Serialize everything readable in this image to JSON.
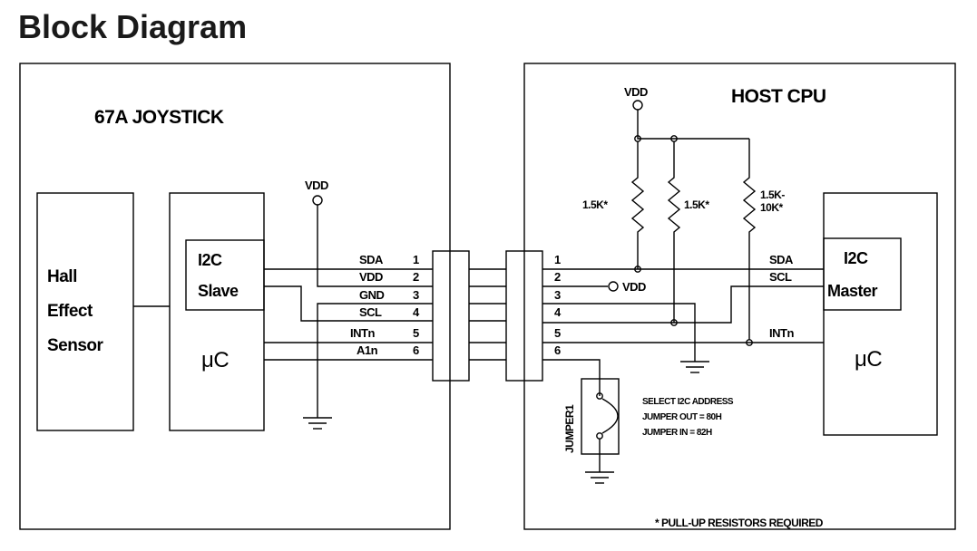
{
  "title": "Block Diagram",
  "left": {
    "name": "67A JOYSTICK",
    "hall_lines": [
      "Hall",
      "Effect",
      "Sensor"
    ],
    "i2c_slave": [
      "I2C",
      "Slave"
    ],
    "uc": "μC",
    "vdd": "VDD"
  },
  "signals": [
    {
      "name": "SDA",
      "pin": "1"
    },
    {
      "name": "VDD",
      "pin": "2"
    },
    {
      "name": "GND",
      "pin": "3"
    },
    {
      "name": "SCL",
      "pin": "4"
    },
    {
      "name": "INTn",
      "pin": "5"
    },
    {
      "name": "A1n",
      "pin": "6"
    }
  ],
  "right": {
    "name": "HOST CPU",
    "vdd_top": "VDD",
    "resistors": [
      "1.5K*",
      "1.5K*",
      "1.5K-\n10K*"
    ],
    "r3_lines": [
      "1.5K-",
      "10K*"
    ],
    "pin_vdd": "VDD",
    "sda": "SDA",
    "scl": "SCL",
    "intn": "INTn",
    "i2c_master": [
      "I2C",
      "Master"
    ],
    "uc": "μC",
    "jumper": "JUMPER1",
    "jumper_notes": [
      "SELECT I2C ADDRESS",
      "JUMPER OUT = 80H",
      "JUMPER IN = 82H"
    ],
    "footnote": "* PULL-UP RESISTORS REQUIRED"
  },
  "pins_right": [
    "1",
    "2",
    "3",
    "4",
    "5",
    "6"
  ]
}
